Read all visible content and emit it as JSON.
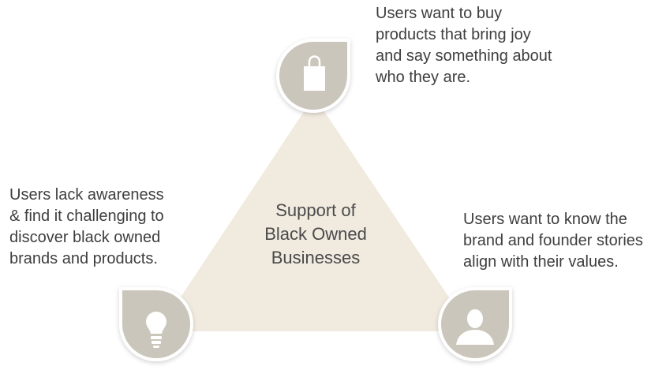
{
  "center": {
    "lines": [
      "Support of",
      "Black Owned",
      "Businesses"
    ]
  },
  "nodes": [
    {
      "id": "top",
      "icon": "shopping-bag-icon",
      "lines": [
        "Users want to buy",
        "products that bring joy",
        "and say something about",
        "who they are."
      ]
    },
    {
      "id": "left",
      "icon": "lightbulb-icon",
      "lines": [
        "Users lack awareness",
        "& find it challenging to",
        "discover black owned",
        "brands and products."
      ]
    },
    {
      "id": "right",
      "icon": "person-icon",
      "lines": [
        "Users want to know the",
        "brand and founder stories",
        "align with their values."
      ]
    }
  ],
  "colors": {
    "triangle_fill": "#f1ebdf",
    "node_fill": "#cbc6bb",
    "icon_color": "#ffffff",
    "text_color": "#3e3e3e"
  }
}
